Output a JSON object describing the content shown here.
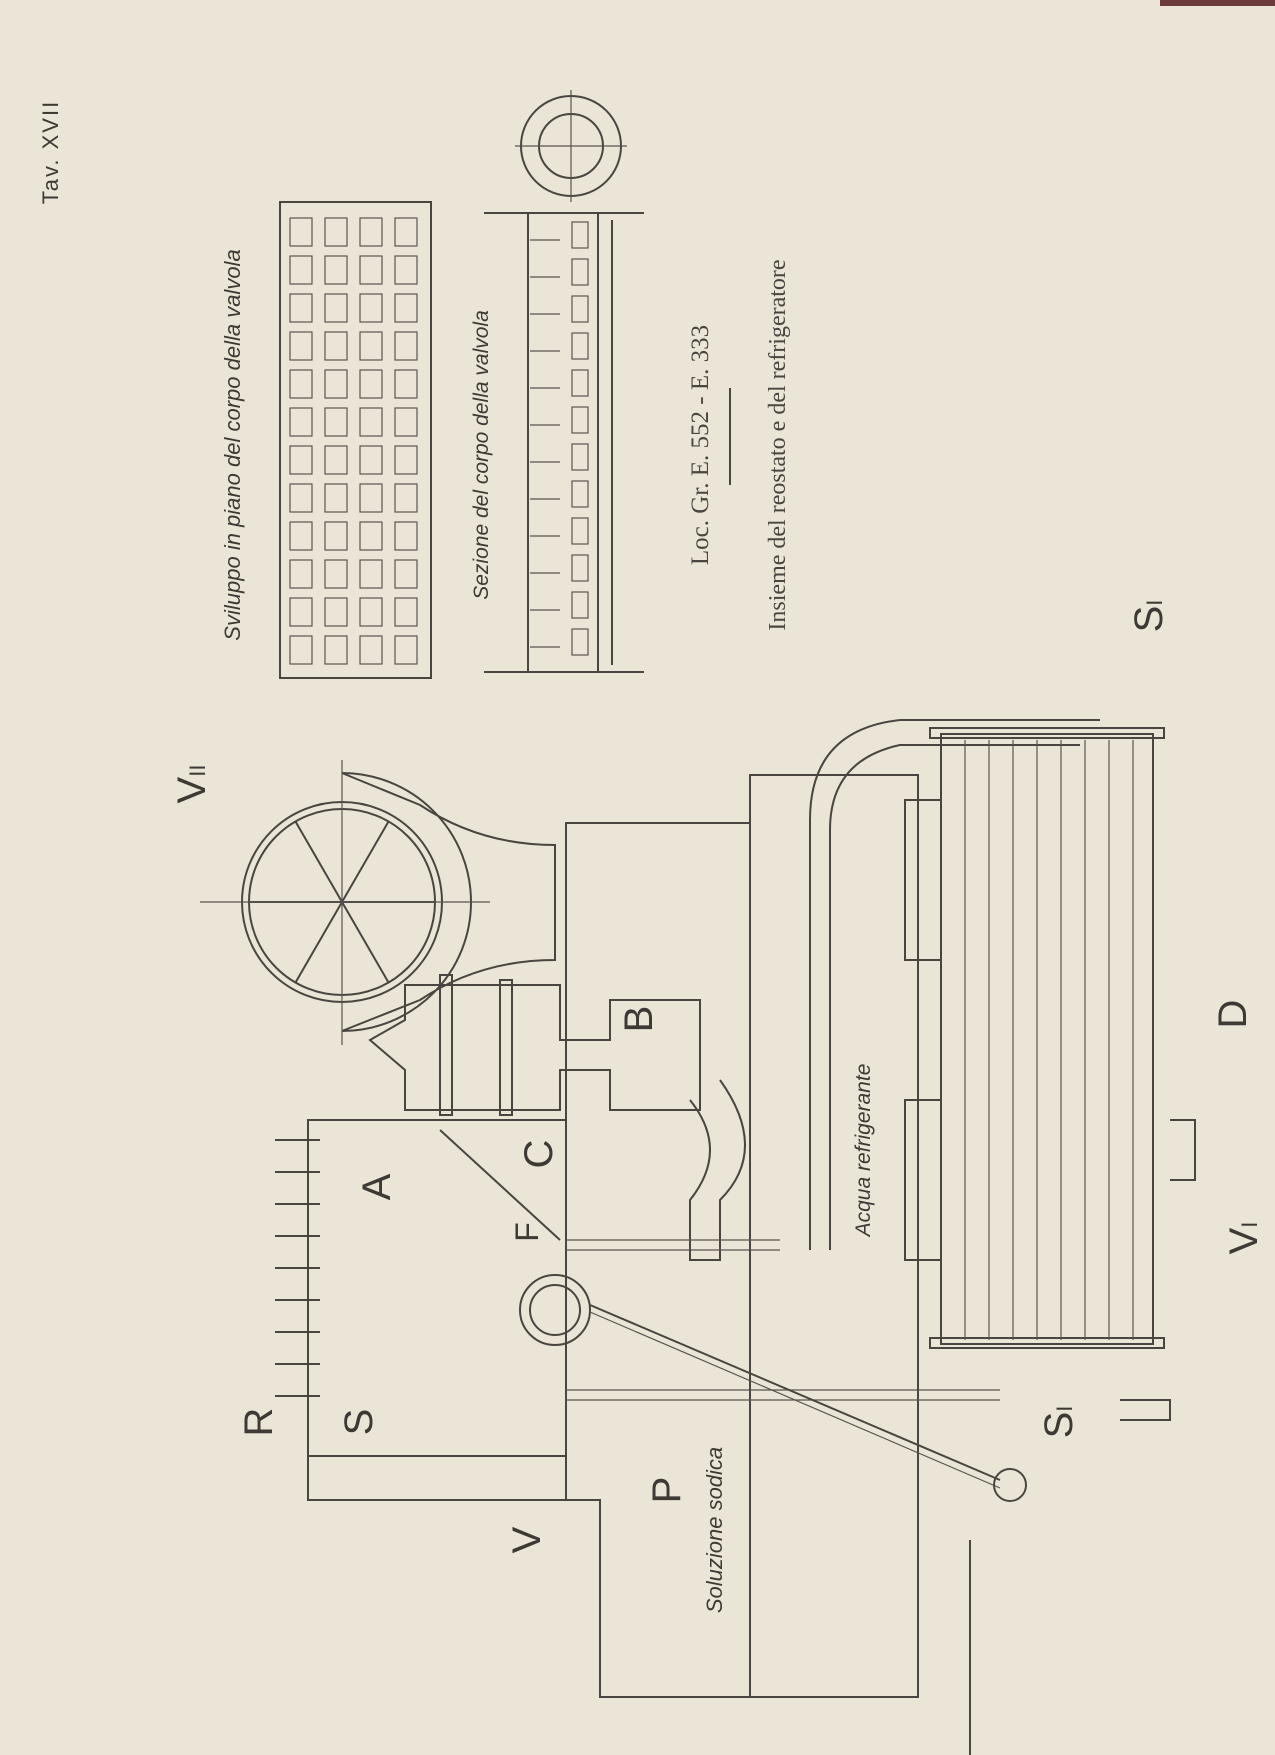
{
  "plate": "Tav. XVII",
  "titles": {
    "development": "Sviluppo in piano del corpo della valvola",
    "section": "Sezione del corpo della valvola",
    "locomotive": "Loc. Gr. E. 552 - E. 333",
    "caption": "Insieme del reostato e del refrigeratore"
  },
  "labels": {
    "v2": "V",
    "v2_sub": "II",
    "b": "B",
    "a": "A",
    "c": "C",
    "f": "F",
    "r": "R",
    "s": "S",
    "v": "V",
    "p": "P",
    "soda": "Soluzione sodica",
    "water": "Acqua refrigerante",
    "d": "D",
    "v1": "V",
    "v1_sub": "I",
    "s1_top": "S",
    "s1_top_sub": "I",
    "s1_bottom": "S",
    "s1_bottom_sub": "I"
  },
  "colors": {
    "paper": "#ebe5d7",
    "ink": "#4a4540",
    "edge": "#6b3a3a"
  }
}
